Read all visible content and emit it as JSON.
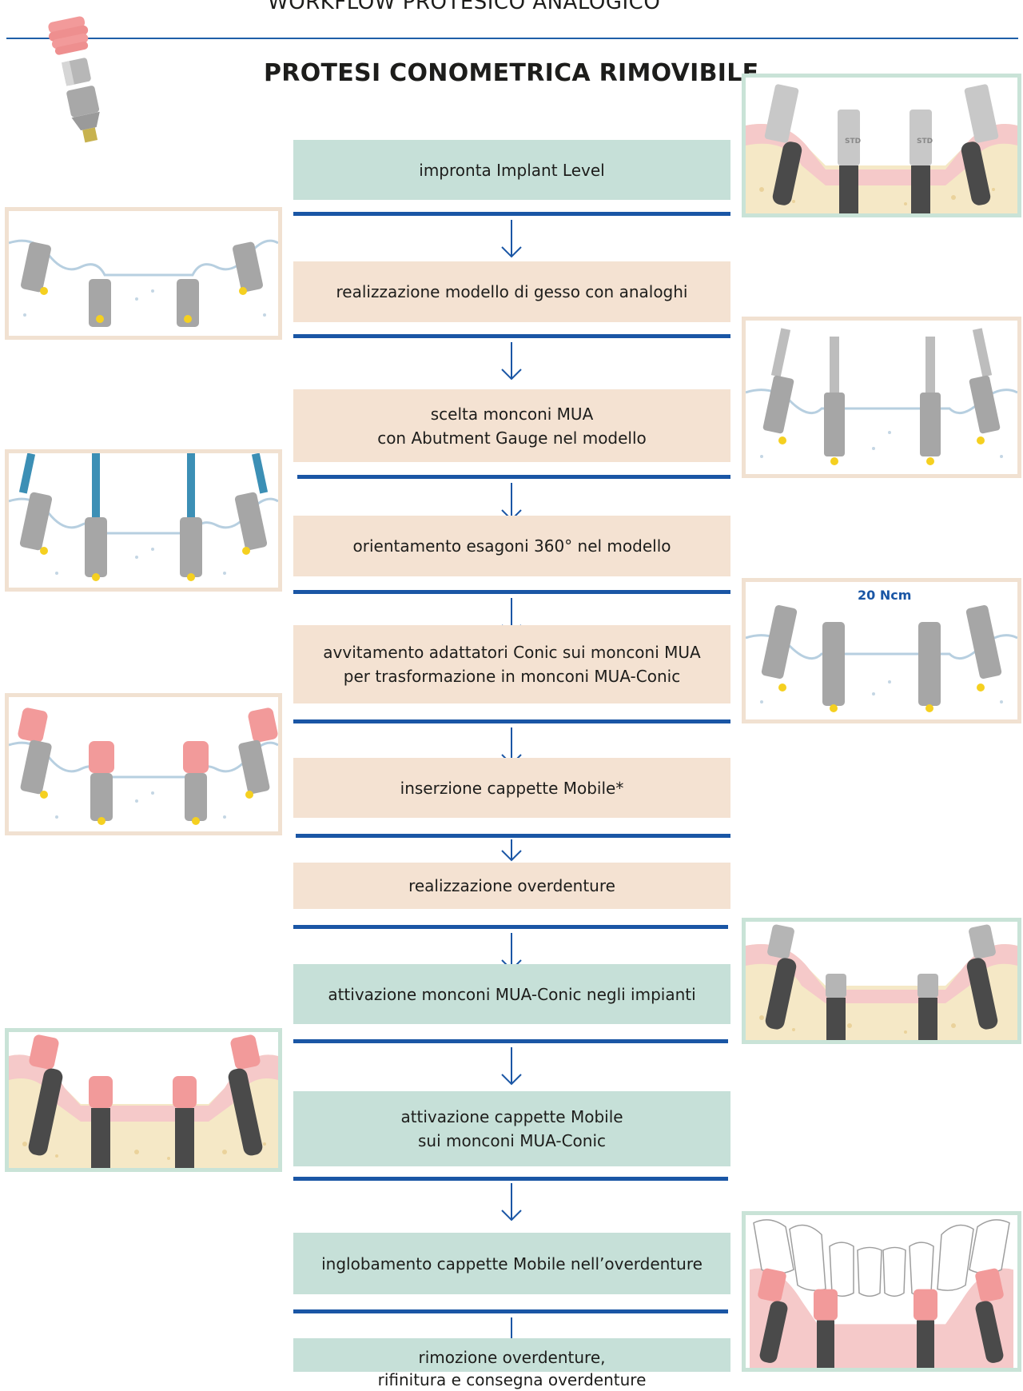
{
  "header": {
    "title": "WORKFLOW PROTESICO ANALOGICO"
  },
  "section_title": "PROTESI CONOMETRICA RIMOVIBILE",
  "steps": [
    {
      "label": "impronta Implant Level",
      "tone": "green"
    },
    {
      "label": "realizzazione modello di gesso con analoghi",
      "tone": "peach"
    },
    {
      "label": "scelta monconi MUA\ncon Abutment Gauge nel modello",
      "tone": "peach"
    },
    {
      "label": "orientamento esagoni 360° nel modello",
      "tone": "peach"
    },
    {
      "label": "avvitamento adattatori Conic sui monconi MUA\nper trasformazione in monconi MUA-Conic",
      "tone": "peach"
    },
    {
      "label": "inserzione cappette Mobile*",
      "tone": "peach"
    },
    {
      "label": "realizzazione overdenture",
      "tone": "peach"
    },
    {
      "label": "attivazione monconi MUA-Conic negli impianti",
      "tone": "green"
    },
    {
      "label": "attivazione cappette Mobile\nsui monconi MUA-Conic",
      "tone": "green"
    },
    {
      "label": "inglobamento cappette Mobile nell’overdenture",
      "tone": "green"
    },
    {
      "label": "rimozione overdenture,\nrifinitura e consegna overdenture",
      "tone": "green"
    }
  ],
  "illustrations": {
    "torque_label": "20 Ncm",
    "implant_label": "STD"
  },
  "colors": {
    "accent_blue": "#1a56a5",
    "step_green": "#c6e0d8",
    "step_peach": "#f4e2d2",
    "cap_pink": "#f29a9a",
    "gum_pink": "#f5c9c9",
    "bone": "#f5e8c6"
  }
}
